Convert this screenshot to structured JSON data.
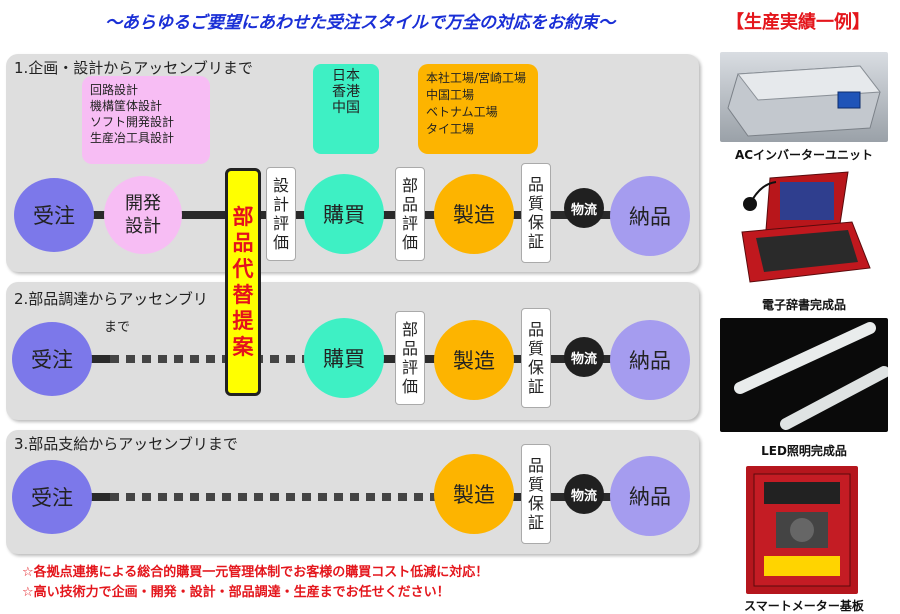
{
  "header": {
    "title": "～あらゆるご要望にあわせた受注スタイルで万全の対応をお約束～",
    "examples_title": "【生産実績一例】"
  },
  "panels": [
    {
      "label": "1.企画・設計からアッセンブリまで"
    },
    {
      "label_line1": "2.部品調達からアッセンブリ",
      "label_line2": "まで"
    },
    {
      "label": "3.部品支給からアッセンブリまで"
    }
  ],
  "nodes": {
    "order": "受注",
    "dev_line1": "開発",
    "dev_line2": "設計",
    "purchase": "購買",
    "manufacture": "製造",
    "logistics": "物流",
    "delivery": "納品"
  },
  "checks": {
    "design_eval": [
      "設",
      "計",
      "評",
      "価"
    ],
    "parts_eval": [
      "部",
      "品",
      "評",
      "価"
    ],
    "quality": [
      "品",
      "質",
      "保",
      "証"
    ]
  },
  "parts_substitution": [
    "部",
    "品",
    "代",
    "替",
    "提",
    "案"
  ],
  "design_services": [
    "回路設計",
    "機構筐体設計",
    "ソフト開発設計",
    "生産冶工具設計"
  ],
  "purchase_locations": [
    "日本",
    "香港",
    "中国"
  ],
  "factories": [
    "本社工場/宮崎工場",
    "中国工場",
    "ベトナム工場",
    "タイ工場"
  ],
  "footer": {
    "line1": "☆各拠点連携による総合的購買一元管理体制でお客様の購買コスト低減に対応！",
    "line2": "☆高い技術力で企画・開発・設計・部品調達・生産までお任せください！"
  },
  "examples": [
    {
      "caption": "ACインバーターユニット"
    },
    {
      "caption": "電子辞書完成品"
    },
    {
      "caption": "LED照明完成品"
    },
    {
      "caption": "スマートメーター基板"
    }
  ],
  "colors": {
    "title_blue": "#1a2fd6",
    "accent_red": "#e4161c",
    "order_blue": "#7c78ea",
    "dev_pink": "#f7bdf4",
    "purchase_teal": "#3ef0c4",
    "manufacture_gold": "#fdb400",
    "substitution_yellow": "#ffff00"
  }
}
